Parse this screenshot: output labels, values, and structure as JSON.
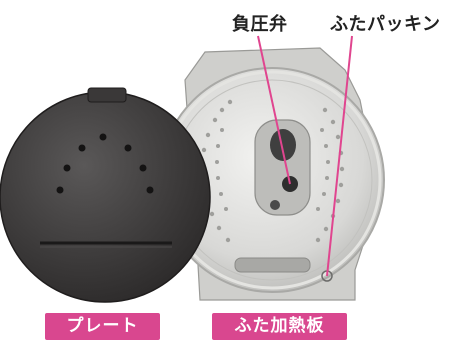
{
  "labels": {
    "negative_pressure_valve": "負圧弁",
    "lid_packing": "ふたパッキン"
  },
  "tags": {
    "plate": "プレート",
    "lid_heating_plate": "ふた加熱板"
  },
  "colors": {
    "tag_background": "#d9478f",
    "leader_line": "#e0458f",
    "text": "#222222"
  },
  "icons": {
    "plate": "dark-round-inner-lid-plate",
    "lid_heating_plate": "silver-round-lid-heating-plate"
  }
}
